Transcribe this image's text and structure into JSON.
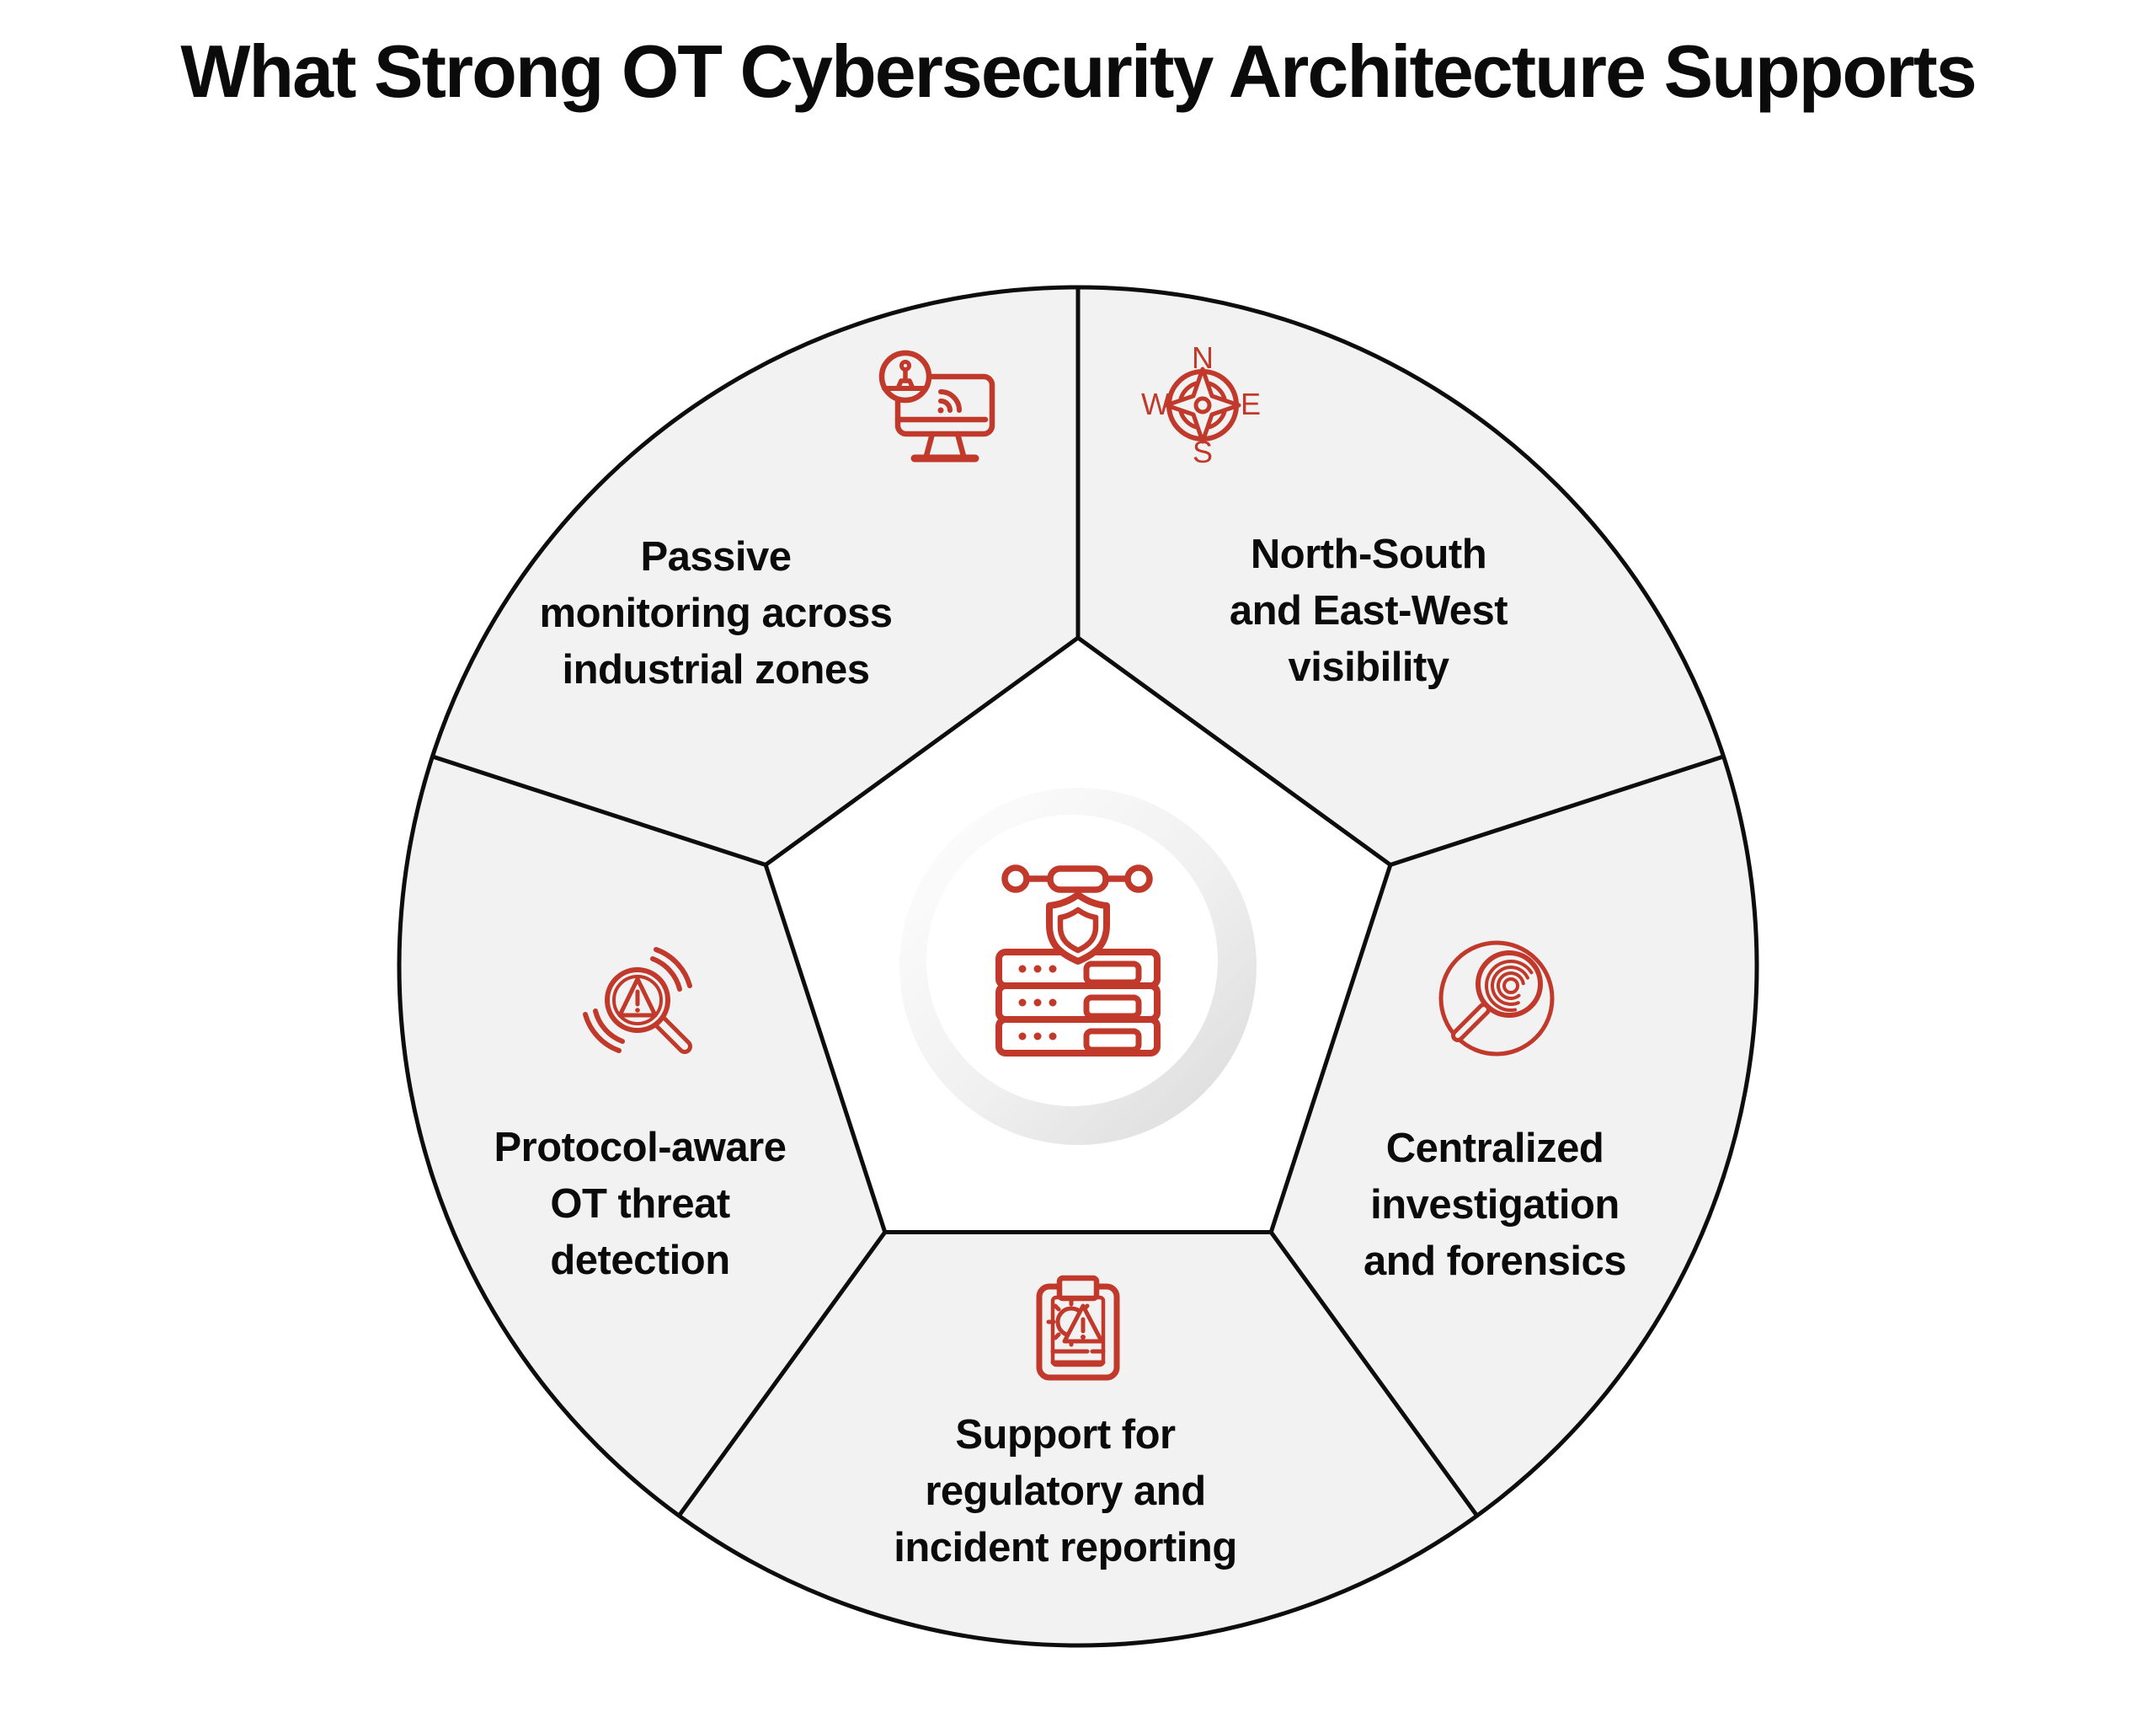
{
  "title": "What Strong OT Cybersecurity Architecture Supports",
  "colors": {
    "accent_red": "#C0392B",
    "segment_fill": "#F2F2F2",
    "outline": "#0D0D0D",
    "page_bg": "#FFFFFF",
    "text_black": "#0B0B0B"
  },
  "wheel": {
    "center": {
      "icon": "server-shield-network-icon"
    },
    "segments": [
      {
        "id": "passive-monitoring",
        "icon": "satellite-monitor-icon",
        "label_lines": [
          "Passive",
          "monitoring across",
          "industrial zones"
        ]
      },
      {
        "id": "visibility",
        "icon": "compass-icon",
        "compass": {
          "n": "N",
          "e": "E",
          "s": "S",
          "w": "W"
        },
        "label_lines": [
          "North-South",
          "and East-West",
          "visibility"
        ]
      },
      {
        "id": "forensics",
        "icon": "fingerprint-magnifier-icon",
        "label_lines": [
          "Centralized",
          "investigation",
          "and forensics"
        ]
      },
      {
        "id": "reporting",
        "icon": "clipboard-alert-icon",
        "label_lines": [
          "Support for",
          "regulatory and",
          "incident reporting"
        ]
      },
      {
        "id": "threat-detection",
        "icon": "magnifier-warning-icon",
        "label_lines": [
          "Protocol-aware",
          "OT threat",
          "detection"
        ]
      }
    ]
  }
}
